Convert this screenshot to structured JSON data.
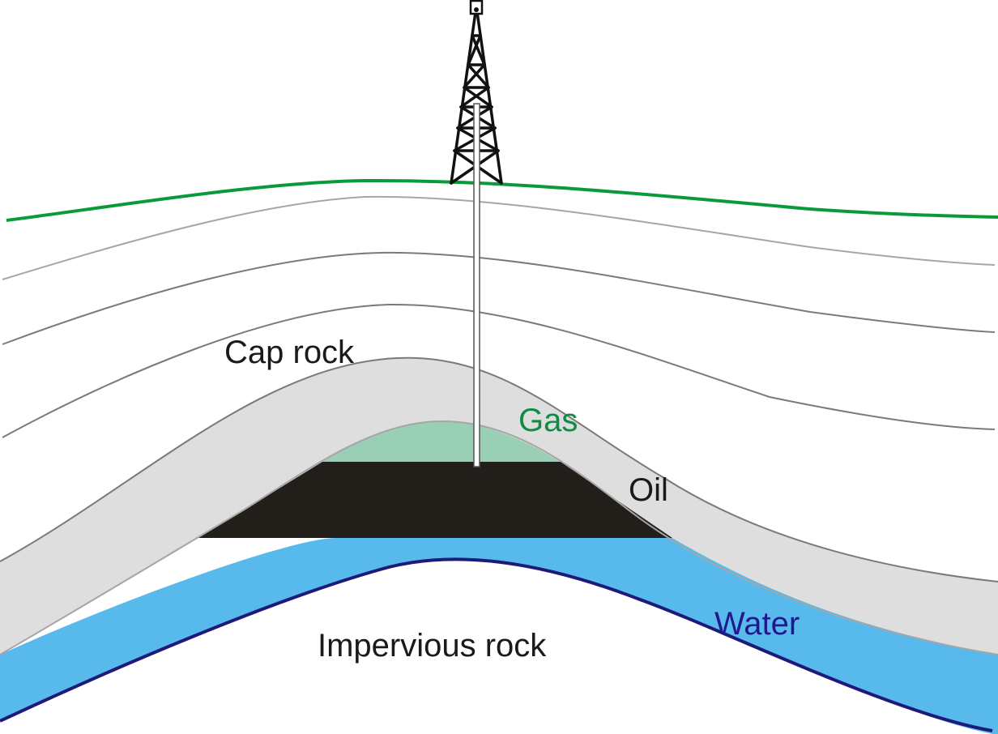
{
  "labels": {
    "cap_rock": "Cap rock",
    "gas": "Gas",
    "oil": "Oil",
    "water": "Water",
    "impervious_rock": "Impervious rock"
  },
  "colors": {
    "surface_line": "#0a9a3c",
    "strata_light": "#a6a6a6",
    "strata_dark": "#7a7a7a",
    "cap_rock_fill": "#dedede",
    "gas_fill": "#99cfb5",
    "oil_fill": "#221f1a",
    "water_fill": "#58baec",
    "water_boundary": "#1e1a7a",
    "gas_label": "#0e8c45",
    "water_label": "#1f1a8c",
    "text": "#1a1a1a"
  }
}
